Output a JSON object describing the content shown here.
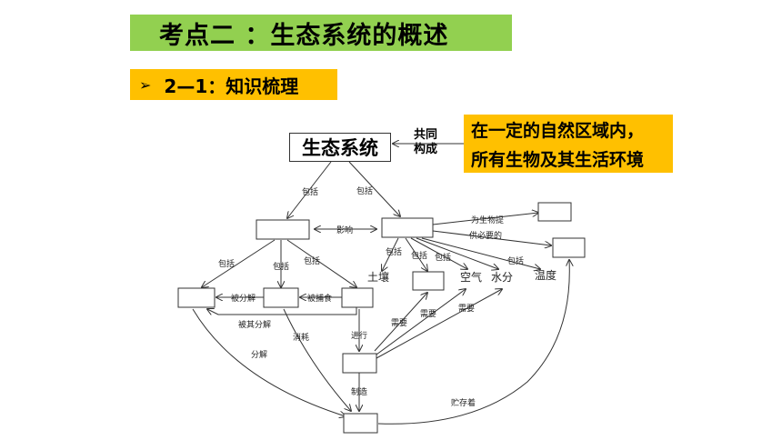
{
  "header": {
    "title": "考点二 ：生态系统的概述",
    "subtitle_arrow": "➢",
    "subtitle": "2—1：知识梳理"
  },
  "diagram": {
    "root": "生态系统",
    "composed_label": "共同构成",
    "composed_line1": "共同",
    "composed_line2": "构成",
    "note_line1": "在一定的自然区域内，",
    "note_line2": "所有生物及其生活环境",
    "edge_labels": {
      "include_left": "包括",
      "include_right": "包括",
      "influence": "影响",
      "include_a": "包括",
      "include_b": "包括",
      "include_c": "包括",
      "decomposed_by": "被分解",
      "preyed_by": "被捕食",
      "decomposed_by_it": "被其分解",
      "provide_line1": "为生物提",
      "provide_line2": "供必要的",
      "include_d": "包括",
      "include_e": "包括",
      "include_f": "包括",
      "include_g": "包括",
      "need1": "需要",
      "need2": "需要",
      "need3": "需要",
      "consume": "消耗",
      "decompose": "分解",
      "perform": "进行",
      "produce": "制造",
      "store": "贮存着"
    },
    "nodes": {
      "soil": "土壤",
      "air": "空气",
      "water": "水分",
      "temperature": "温度"
    }
  },
  "colors": {
    "title_bg": "#92d050",
    "highlight_bg": "#ffc000"
  }
}
